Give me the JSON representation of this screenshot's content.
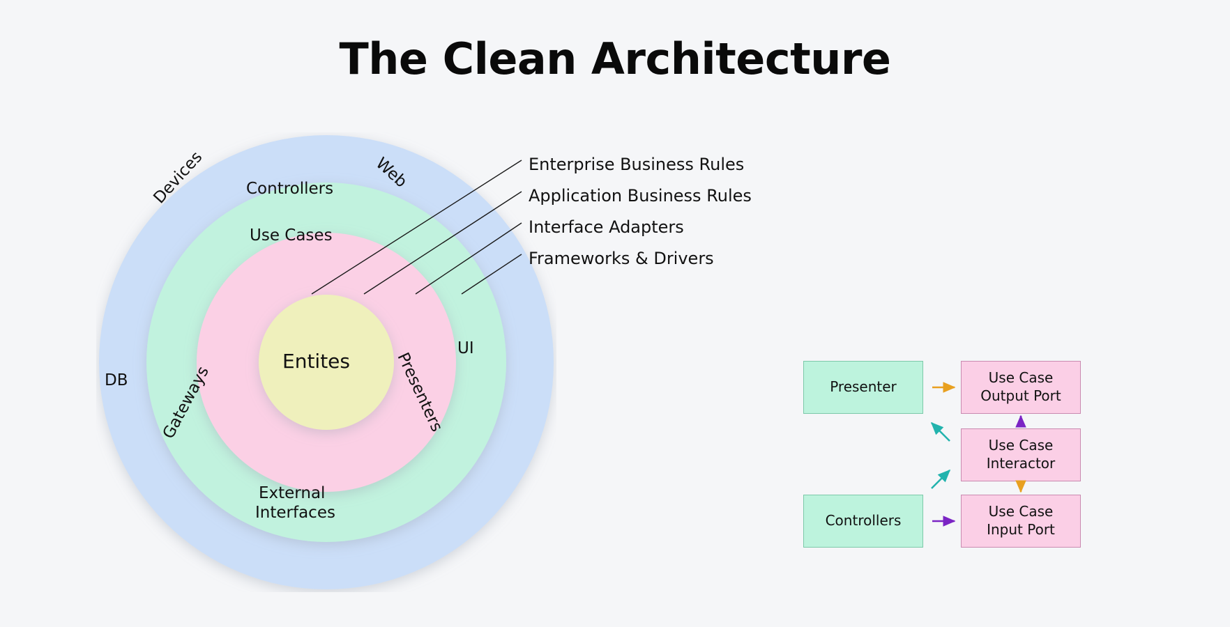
{
  "page": {
    "title": "The Clean Architecture",
    "background_color": "#f5f6f8"
  },
  "rings": {
    "colors": {
      "frameworks_blue": "#cbdef8",
      "adapters_green": "#c1f2de",
      "usecases_pink": "#fbd0e5",
      "entities_yellow": "#eff0bc"
    },
    "center_label": "Entites",
    "labels": [
      {
        "text": "Devices",
        "ring": "frameworks",
        "rotation": -48
      },
      {
        "text": "Web",
        "ring": "frameworks",
        "rotation": 42
      },
      {
        "text": "UI",
        "ring": "frameworks",
        "rotation": 0
      },
      {
        "text": "DB",
        "ring": "frameworks",
        "rotation": 0
      },
      {
        "text": "External",
        "ring": "frameworks",
        "rotation": 0
      },
      {
        "text": "Interfaces",
        "ring": "frameworks",
        "rotation": 0
      },
      {
        "text": "Controllers",
        "ring": "adapters",
        "rotation": 0
      },
      {
        "text": "Gateways",
        "ring": "adapters",
        "rotation": -62
      },
      {
        "text": "Presenters",
        "ring": "adapters",
        "rotation": 65
      },
      {
        "text": "Use Cases",
        "ring": "usecases",
        "rotation": 0
      }
    ]
  },
  "legend": {
    "items": [
      {
        "label": "Enterprise Business Rules"
      },
      {
        "label": "Application Business Rules"
      },
      {
        "label": "Interface Adapters"
      },
      {
        "label": "Frameworks & Drivers"
      }
    ]
  },
  "flow": {
    "boxes": [
      {
        "id": "presenter",
        "label": "Presenter",
        "style": "green"
      },
      {
        "id": "use-case-output",
        "label": "Use Case\nOutput Port",
        "style": "pink"
      },
      {
        "id": "use-case-interactor",
        "label": "Use Case\nInteractor",
        "style": "pink"
      },
      {
        "id": "controllers",
        "label": "Controllers",
        "style": "green"
      },
      {
        "id": "use-case-input",
        "label": "Use Case\nInput Port",
        "style": "pink"
      }
    ],
    "arrow_colors": {
      "orange": "#e8a020",
      "teal": "#22b3ad",
      "purple": "#7b24c4"
    }
  }
}
